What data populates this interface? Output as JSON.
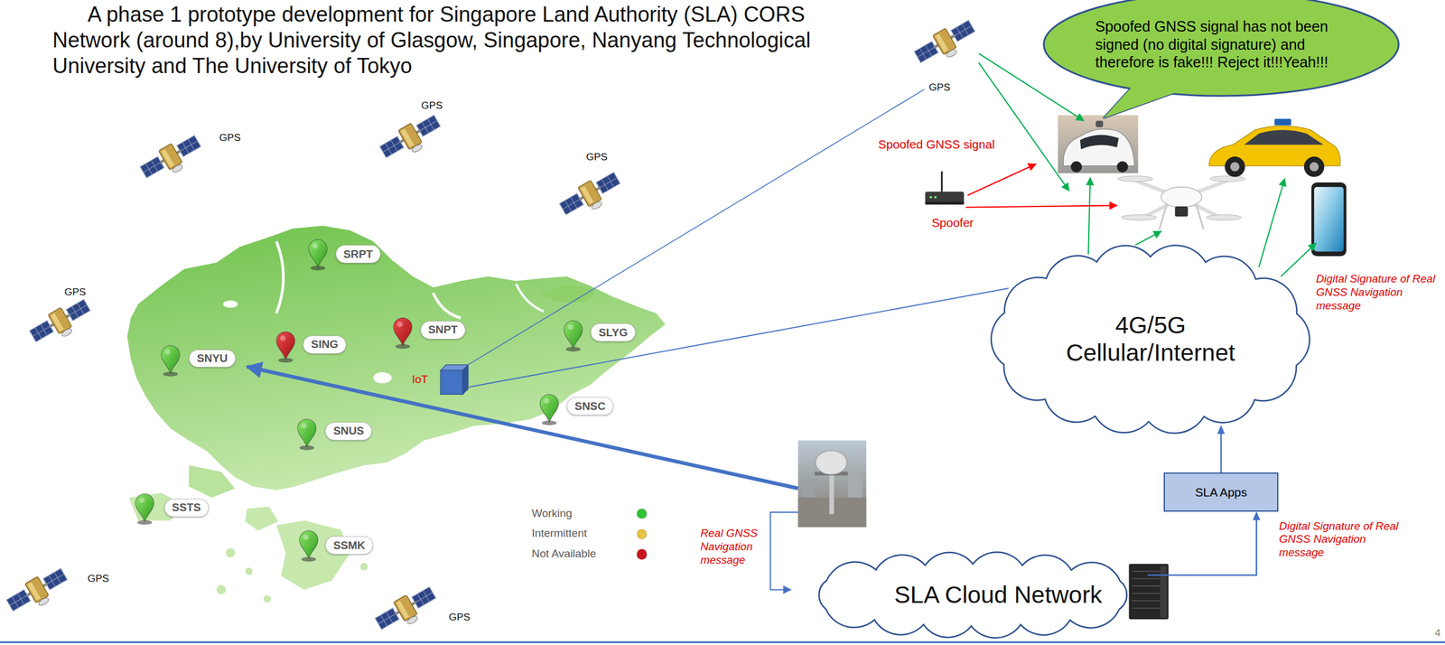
{
  "diagram": {
    "title": "A phase 1 prototype development for Singapore Land Authority (SLA) CORS Network (around 8),by University of Glasgow, Singapore, Nanyang Technological University and The University of Tokyo",
    "nodes": [
      {
        "text": [
          "SRPT"
        ]
      },
      {
        "text": [
          "SNYU"
        ]
      },
      {
        "text": [
          "SING"
        ]
      },
      {
        "text": [
          "SNPT"
        ]
      },
      {
        "text": [
          "SLYG"
        ]
      },
      {
        "text": [
          "SNSC"
        ]
      },
      {
        "text": [
          "SNUS"
        ]
      },
      {
        "text": [
          "SSTS"
        ]
      },
      {
        "text": [
          "SSMK"
        ]
      },
      {
        "text": [
          "IoT"
        ]
      },
      {
        "text": [
          "Spoofed GNSS signal has not been signed (no digital signature) and therefore is fake!!! Reject it!!!Yeah!!!"
        ]
      },
      {
        "text": [
          "4G/5G Cellular/Internet"
        ]
      },
      {
        "text": [
          "SLA Apps"
        ]
      },
      {
        "text": [
          "SLA Cloud Network"
        ]
      }
    ],
    "edges": [
      {
        "from": 13,
        "to": 12,
        "arrow": "to",
        "label": "Digital Signature of Real GNSS Navigation message"
      },
      {
        "from": 12,
        "to": 11,
        "arrow": "to"
      },
      {
        "from": 9,
        "to": 11,
        "arrow": "none"
      }
    ],
    "labels": [
      "GPS",
      "GPS",
      "GPS",
      "GPS",
      "GPS",
      "GPS",
      "GPS",
      "Spoofed GNSS signal",
      "Spoofer",
      "Real GNSS Navigation message",
      "Digital Signature of Real GNSS Navigation message",
      "4"
    ],
    "legend": [
      {
        "text": "Working",
        "color": "#33c233"
      },
      {
        "text": "Intermittent",
        "color": "#e9c440"
      },
      {
        "text": "Not Available",
        "color": "#c8161d"
      }
    ]
  }
}
